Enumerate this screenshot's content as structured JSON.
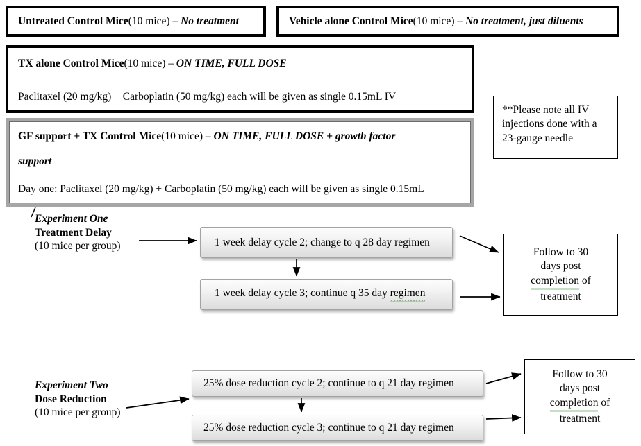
{
  "control_groups": [
    {
      "id": "untreated",
      "title": "Untreated Control Mice",
      "count": "(10 mice)",
      "dash": " – ",
      "emphasis": "No treatment"
    },
    {
      "id": "vehicle",
      "title": "Vehicle alone Control Mice",
      "count": "(10 mice)",
      "dash": " – ",
      "emphasis": "No treatment, just diluents"
    },
    {
      "id": "tx-alone",
      "title": "TX alone Control Mice",
      "count": "(10 mice)",
      "dash": " – ",
      "emphasis": "ON TIME, FULL DOSE",
      "detail": "Paclitaxel (20 mg/kg) + Carboplatin (50 mg/kg) each will be given as single 0.15mL IV"
    }
  ],
  "gf_group": {
    "id": "gf-support",
    "title": "GF support + TX Control Mice",
    "count": "(10 mice)",
    "dash": " – ",
    "emphasis": "ON TIME, FULL DOSE + growth factor",
    "emphasis_line2": "support",
    "detail": "Day one: Paclitaxel (20 mg/kg) + Carboplatin (50 mg/kg) each will be given as single 0.15mL"
  },
  "note": {
    "line1": "**Please note all IV",
    "line2": "injections done with a",
    "line3": "23-gauge needle"
  },
  "experiments": [
    {
      "id": "experiment-one",
      "name": "Experiment One",
      "subtitle": "Treatment Delay",
      "group_size": "(10 mice per group)",
      "steps": [
        "1 week delay cycle 2; change to q 28 day regimen",
        "1 week delay cycle 3; continue q 35 day "
      ],
      "step2_misspelled": "regimen",
      "outcome": {
        "line1": "Follow to 30",
        "line2": "days post",
        "line3_misspelled": "completion",
        "line3_rest": " of",
        "line4": "treatment"
      }
    },
    {
      "id": "experiment-two",
      "name": "Experiment Two",
      "subtitle": "Dose Reduction",
      "group_size": "(10 mice per group)",
      "steps": [
        "25% dose reduction cycle 2; continue to q 21 day regimen",
        "25% dose reduction cycle 3; continue to q 21 day regimen"
      ],
      "outcome": {
        "line1": "Follow to 30",
        "line2": "days post",
        "line3_misspelled": "completion",
        "line3_rest": " of",
        "line4": "treatment"
      }
    }
  ],
  "colors": {
    "border_heavy": "#000000",
    "border_gray": "#a6a6a6",
    "process_fill_top": "#fdfdfd",
    "process_fill_bottom": "#dcdcdc",
    "spellcheck_underline": "#1a7a1a"
  }
}
